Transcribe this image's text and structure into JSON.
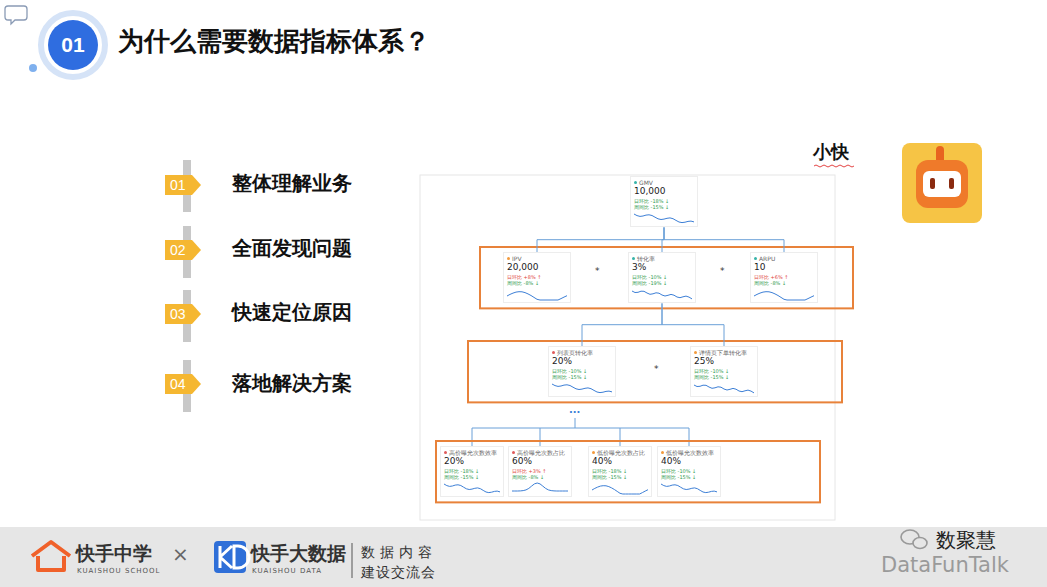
{
  "diagram": {
    "title": "为什么需要数据指标体系？",
    "nodes": [
      {
        "text": [
          "01"
        ]
      },
      {
        "text": [
          "01"
        ]
      },
      {
        "text": [
          "02"
        ]
      },
      {
        "text": [
          "03"
        ]
      },
      {
        "text": [
          "04"
        ]
      },
      {
        "text": [
          "GMV",
          "10,000",
          "日环比 -18% ↓",
          "周同比 -15% ↓"
        ]
      },
      {
        "text": [
          "IPV",
          "20,000",
          "日环比 +8% ↑",
          "周同比 -8% ↓"
        ]
      },
      {
        "text": [
          "转化率",
          "3%",
          "日环比 -10% ↓",
          "周同比 -19% ↓"
        ]
      },
      {
        "text": [
          "ARPU",
          "10",
          "日环比 +6% ↑",
          "周同比 -8% ↓"
        ]
      },
      {
        "text": [
          "列表页转化率",
          "20%",
          "日环比 -10% ↓",
          "周同比 -15% ↓"
        ]
      },
      {
        "text": [
          "详情页下单转化率",
          "25%",
          "日环比 -10% ↓",
          "周同比 -15% ↓"
        ]
      },
      {
        "text": [
          "高价曝光次数效率",
          "20%",
          "日环比 -18% ↓",
          "周同比 -15% ↓"
        ]
      },
      {
        "text": [
          "高价曝光次数占比",
          "60%",
          "日环比 +3% ↑",
          "周同比 -8% ↓"
        ]
      },
      {
        "text": [
          "低价曝光次数占比",
          "40%",
          "日环比 -18% ↓",
          "周同比 -15% ↓"
        ]
      },
      {
        "text": [
          "低价曝光次数效率",
          "40%",
          "日环比 -10% ↓",
          "周同比 -15% ↓"
        ]
      }
    ],
    "edges": [
      {
        "from": 5,
        "to": 6,
        "arrow": "none"
      },
      {
        "from": 5,
        "to": 7,
        "arrow": "none"
      },
      {
        "from": 5,
        "to": 8,
        "arrow": "none"
      },
      {
        "from": 7,
        "to": 9,
        "arrow": "none"
      },
      {
        "from": 7,
        "to": 10,
        "arrow": "none"
      }
    ],
    "labels": [
      "整体理解业务",
      "全面发现问题",
      "快速定位原因",
      "落地解决方案",
      "*",
      "*",
      "*",
      "...",
      "小快",
      "快手中学",
      "KUAISHOU SCHOOL",
      "×",
      "快手大数据",
      "KUAISHOU DATA",
      "数据内容",
      "建设交流会",
      "数聚慧",
      "DataFunTalk"
    ]
  }
}
